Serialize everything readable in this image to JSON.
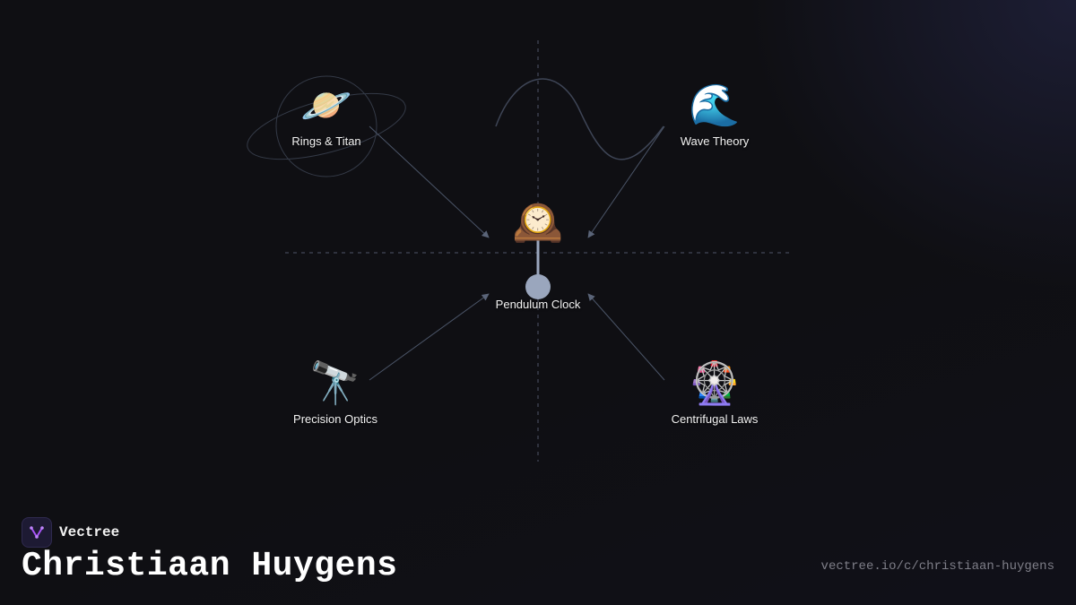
{
  "brand": {
    "name": "Vectree",
    "logo_icon": "vectree-logo-icon",
    "accent": "#a855f7"
  },
  "title": "Christiaan Huygens",
  "url": "vectree.io/c/christiaan-huygens",
  "center_node": {
    "label": "Pendulum Clock",
    "emoji": "🕰️",
    "icon": "mantelpiece-clock-icon"
  },
  "nodes": [
    {
      "id": "rings-titan",
      "label": "Rings & Titan",
      "emoji": "🪐",
      "icon": "ringed-planet-icon"
    },
    {
      "id": "wave-theory",
      "label": "Wave Theory",
      "emoji": "🌊",
      "icon": "water-wave-icon"
    },
    {
      "id": "precision-optics",
      "label": "Precision Optics",
      "emoji": "🔭",
      "icon": "telescope-icon"
    },
    {
      "id": "centrifugal-laws",
      "label": "Centrifugal Laws",
      "emoji": "🎡",
      "icon": "ferris-wheel-icon"
    }
  ],
  "colors": {
    "background": "#0f0f13",
    "connector": "#4b5568",
    "bob": "#9aa6bd",
    "text": "#f2f2f2",
    "url_text": "#7e7e88"
  }
}
